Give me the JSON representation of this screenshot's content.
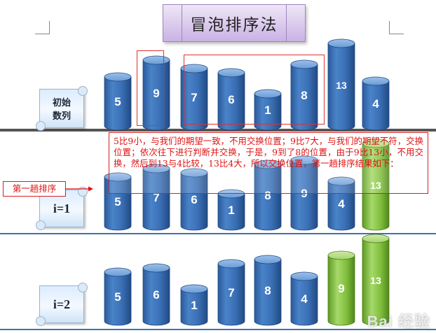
{
  "title": "冒泡排序法",
  "row_labels": [
    "初始\n数列",
    "i=1",
    "i=2"
  ],
  "pass_label": "第一趟排序",
  "note": "5比9小，与我们的期望一致，不用交换位置；9比7大，与我们的期望不符，交换位置；依次往下进行判断并交换，于是，9到了8的位置，由于9比13小，不用交换，然后到13与4比较，13比4大，所以交换位置，第一趟排序结果如下：",
  "watermark": "Bai 经验",
  "colors": {
    "unsorted": "#3a6fb5",
    "sorted": "#7fbd3b",
    "annotation": "#e11010"
  },
  "rows": [
    {
      "values": [
        5,
        9,
        7,
        6,
        1,
        8,
        13,
        4
      ],
      "sorted_count": 0
    },
    {
      "values": [
        5,
        7,
        6,
        1,
        8,
        9,
        4,
        13
      ],
      "sorted_count": 1
    },
    {
      "values": [
        5,
        6,
        1,
        7,
        8,
        4,
        9,
        13
      ],
      "sorted_count": 2
    }
  ]
}
